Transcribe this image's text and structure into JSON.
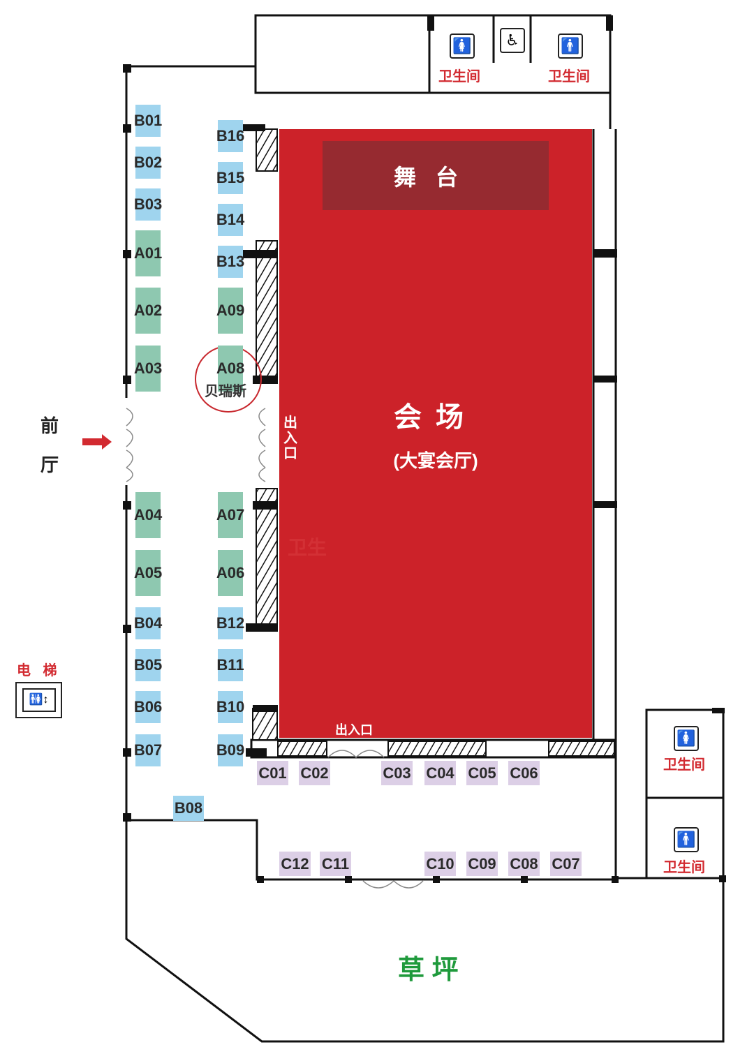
{
  "stage": "舞台",
  "hall": {
    "name": "会场",
    "subtitle": "(大宴会厅)",
    "faint_text": "卫生"
  },
  "entrances": {
    "side": "出入口",
    "bottom": "出入口"
  },
  "foyer": {
    "line1": "前",
    "line2": "厅"
  },
  "elevator": "电 梯",
  "lawn": "草 坪",
  "restroom_label": "卫生间",
  "vendor": "贝瑞斯",
  "booths_left": [
    "B01",
    "B02",
    "B03",
    "A01",
    "A02",
    "A03",
    "A04",
    "A05",
    "B04",
    "B05",
    "B06",
    "B07"
  ],
  "booths_right": [
    "B16",
    "B15",
    "B14",
    "B13",
    "A09",
    "A08",
    "A07",
    "A06",
    "B12",
    "B11",
    "B10",
    "B09"
  ],
  "booth_b08": "B08",
  "booths_c_top": [
    "C01",
    "C02",
    "C03",
    "C04",
    "C05",
    "C06"
  ],
  "booths_c_bottom": [
    "C12",
    "C11",
    "C10",
    "C09",
    "C08",
    "C07"
  ],
  "colors": {
    "hall": "#cc2229",
    "stage": "#962a30",
    "booth_b": "#9fd4ee",
    "booth_a": "#8ec8b0",
    "booth_c": "#dccfe6",
    "lawn_text": "#1f9a3c"
  }
}
